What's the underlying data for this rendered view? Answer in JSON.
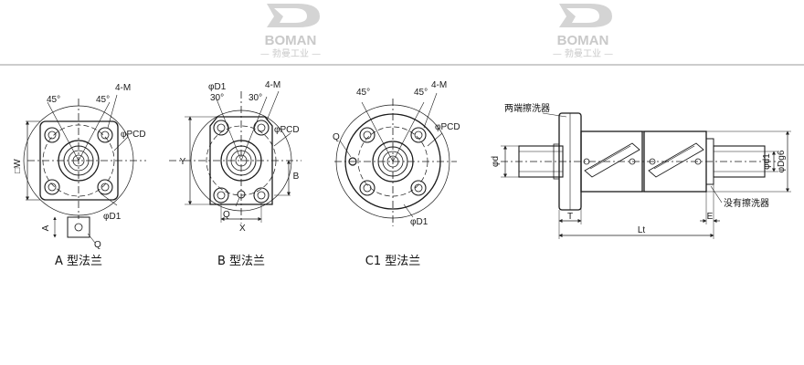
{
  "watermarks": [
    {
      "brand": "BOMAN",
      "subtitle": "— 勃曼工业 —"
    },
    {
      "brand": "BOMAN",
      "subtitle": "— 勃曼工业 —"
    }
  ],
  "flange_a": {
    "caption": "A 型法兰",
    "angle_1": "45°",
    "angle_2": "45°",
    "holes": "4-M",
    "pcd": "φPCD",
    "d1": "φD1",
    "w": "□W",
    "a": "A",
    "q": "Q"
  },
  "flange_b": {
    "caption": "B 型法兰",
    "d1_top": "φD1",
    "angle_1": "30°",
    "angle_2": "30°",
    "holes": "4-M",
    "pcd": "φPCD",
    "y": "Y",
    "b": "B",
    "q": "Q",
    "x": "X"
  },
  "flange_c1": {
    "caption": "C1 型法兰",
    "angle_1": "45°",
    "angle_2": "45°",
    "holes": "4-M",
    "pcd": "φPCD",
    "q": "Q",
    "d1": "φD1"
  },
  "side_view": {
    "wiper_both": "两端擦洗器",
    "wiper_none": "没有擦洗器",
    "d": "φd",
    "d1": "φd1",
    "dg6": "φDg6",
    "t": "T",
    "lt": "Lt",
    "e": "E"
  }
}
